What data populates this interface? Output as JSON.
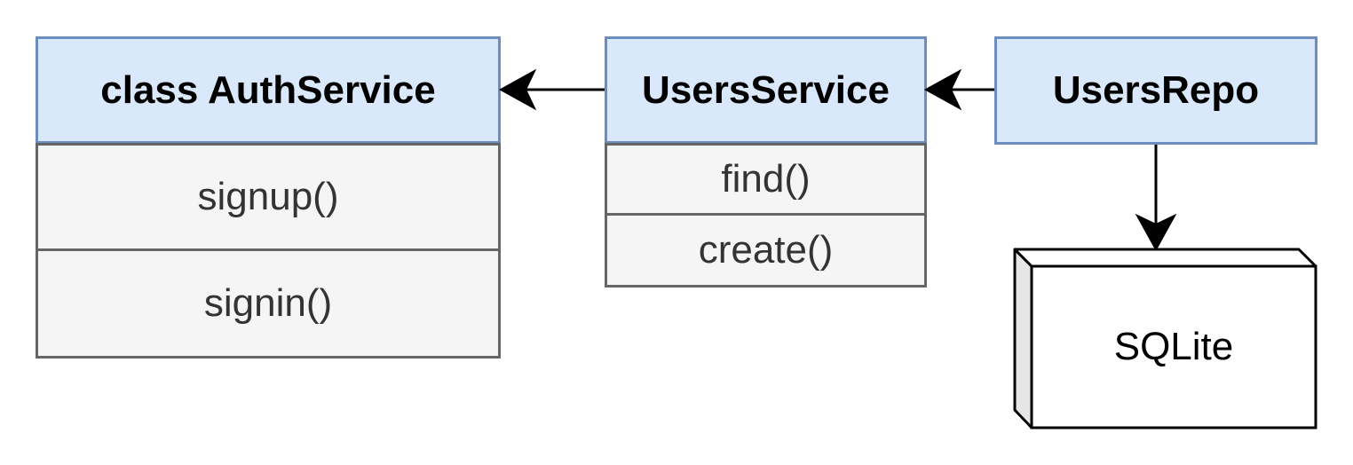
{
  "classes": [
    {
      "name": "class AuthService",
      "methods": [
        "signup()",
        "signin()"
      ]
    },
    {
      "name": "UsersService",
      "methods": [
        "find()",
        "create()"
      ]
    },
    {
      "name": "UsersRepo",
      "methods": []
    }
  ],
  "node": {
    "label": "SQLite"
  },
  "colors": {
    "header_fill": "#dae8fc",
    "header_stroke": "#6c8ebf",
    "method_fill": "#f5f5f5",
    "method_stroke": "#666666",
    "arrow": "#000000"
  }
}
